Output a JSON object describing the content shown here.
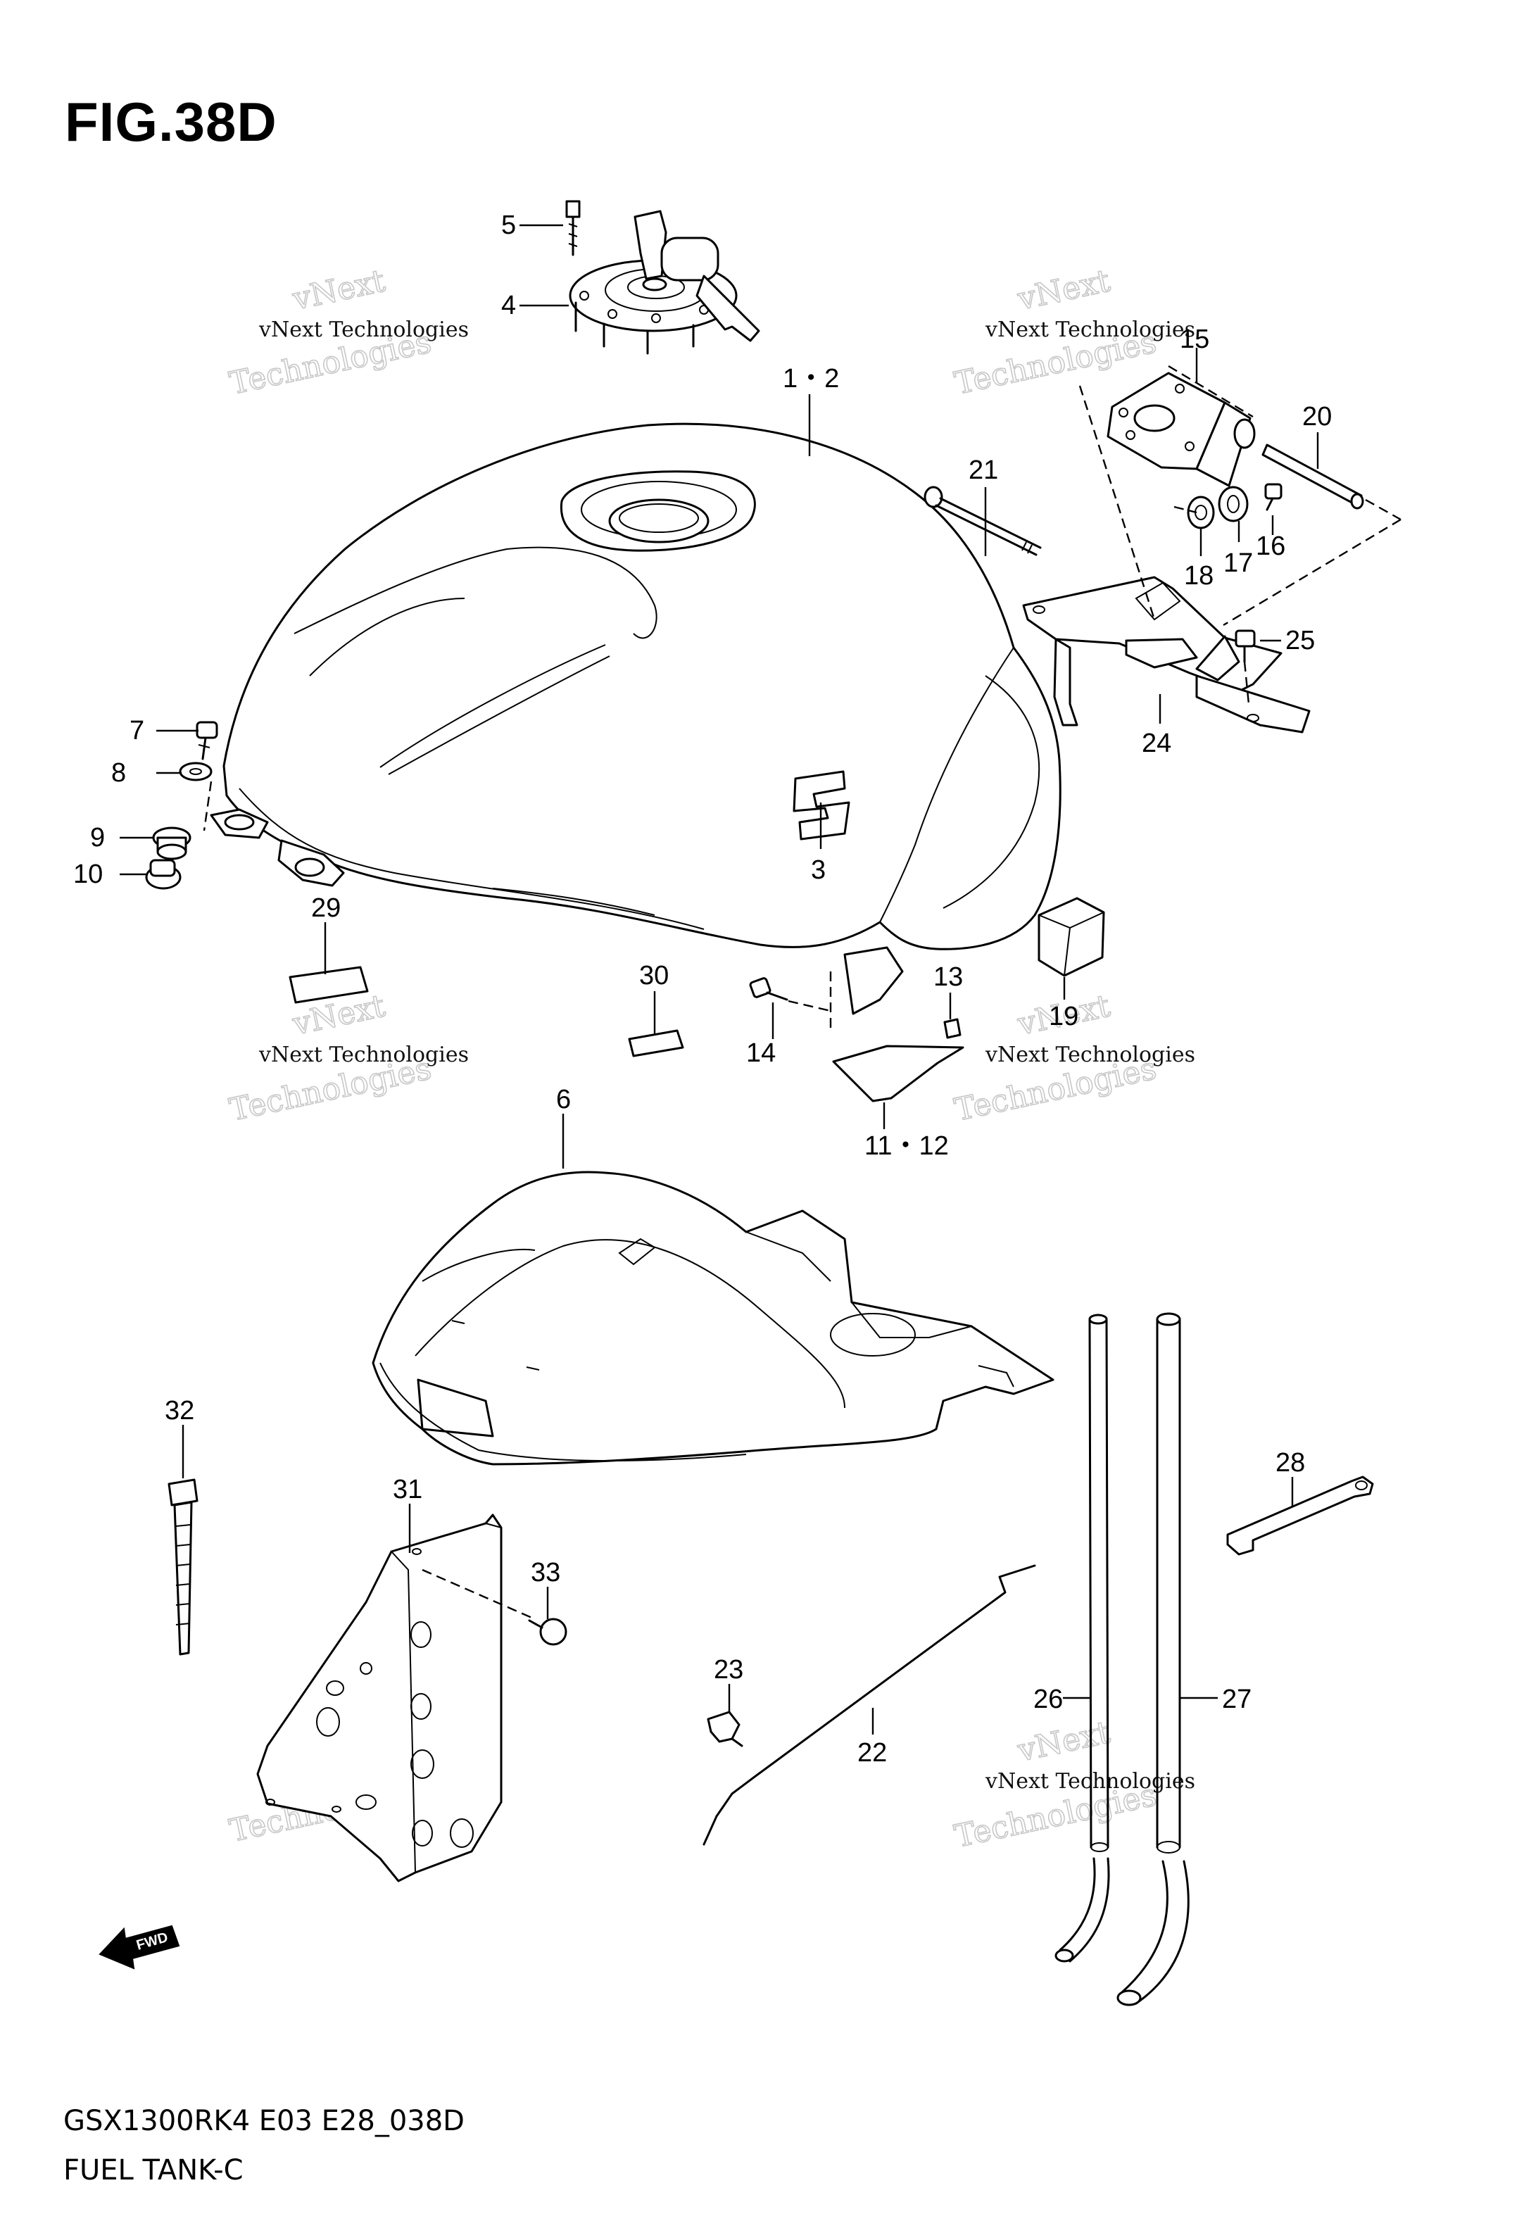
{
  "figure": {
    "title": "FIG.38D",
    "model_code": "GSX1300RK4 E03 E28_038D",
    "caption": "FUEL TANK-C",
    "fwd_arrow": "FWD"
  },
  "watermark": {
    "line1": "vNext Technologies",
    "line2a": "vNext",
    "line2b": "Technologies"
  },
  "callouts": {
    "c1_2": "1・2",
    "c3": "3",
    "c4": "4",
    "c5": "5",
    "c6": "6",
    "c7": "7",
    "c8": "8",
    "c9": "9",
    "c10": "10",
    "c11_12": "11・12",
    "c13": "13",
    "c14": "14",
    "c15": "15",
    "c16": "16",
    "c17": "17",
    "c18": "18",
    "c19": "19",
    "c20": "20",
    "c21": "21",
    "c22": "22",
    "c23": "23",
    "c24": "24",
    "c25": "25",
    "c26": "26",
    "c27": "27",
    "c28": "28",
    "c29": "29",
    "c30": "30",
    "c31": "31",
    "c32": "32",
    "c33": "33"
  }
}
